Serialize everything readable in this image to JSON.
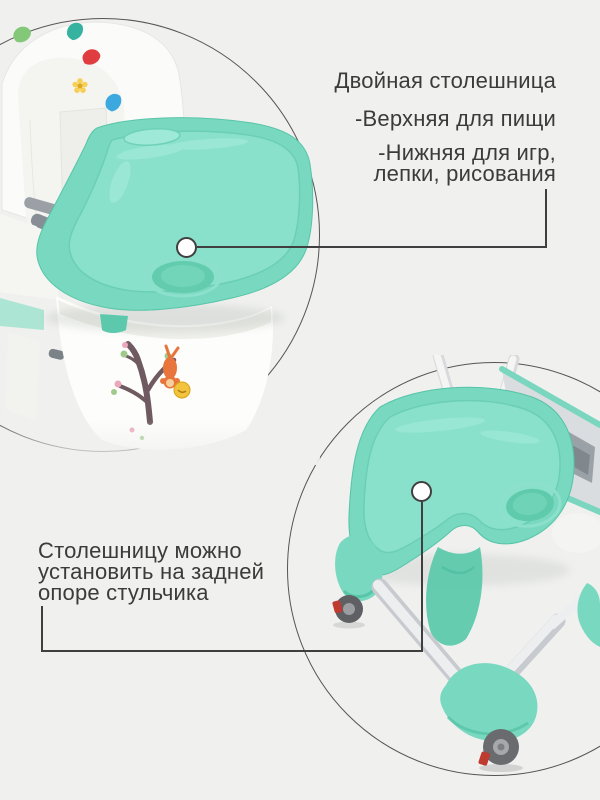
{
  "callouts": {
    "top": {
      "title": "Двойная столешница",
      "bullet1": "-Верхняя для пищи",
      "bullet2_lines": [
        "-Нижняя для игр,",
        "лепки, рисования"
      ]
    },
    "bottom": {
      "lines": [
        "Столешницу можно",
        "установить на задней",
        "опоре стульчика"
      ]
    }
  },
  "colors": {
    "bg": "#f0f0ef",
    "ink": "#3f3f3f",
    "text": "#3b3b3b",
    "mint": "#79d8c0",
    "mint-light": "#8ce2cd",
    "mint-hi": "#9fe9d8",
    "mint-deep": "#5dc9ac",
    "wheel": "#636467",
    "red-accent": "#bf3a2f"
  }
}
